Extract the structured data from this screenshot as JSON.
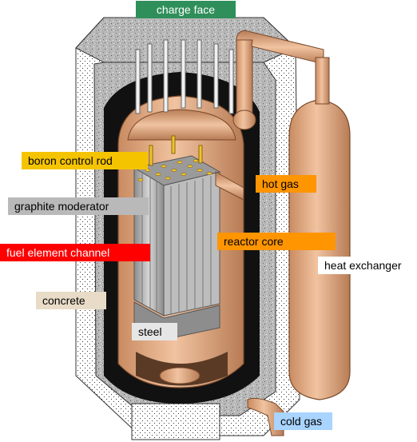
{
  "colors": {
    "charge_face_bg": "#2f8f5a",
    "boron_bg": "#f5c400",
    "hot_gas_bg": "#ff9500",
    "graphite_bg": "#b9b9b9",
    "core_bg": "#ff9500",
    "fuel_bg": "#ff0000",
    "heat_exchanger_bg": "#ffffff",
    "concrete_bg": "#e8dcc8",
    "steel_bg": "#e6e6e6",
    "cold_gas_bg": "#a8d4ff",
    "copper": "#e9b08a",
    "copper_dark": "#a86d47",
    "concrete_fill": "#b5b5b5",
    "graphite_fill": "#a9a9a9"
  },
  "labels": {
    "charge_face": "charge face",
    "boron_control_rod": "boron control rod",
    "hot_gas": "hot gas",
    "graphite_moderator": "graphite moderator",
    "reactor_core": "reactor core",
    "fuel_element_channel": "fuel element channel",
    "heat_exchanger": "heat exchanger",
    "concrete": "concrete",
    "steel": "steel",
    "cold_gas": "cold gas"
  }
}
